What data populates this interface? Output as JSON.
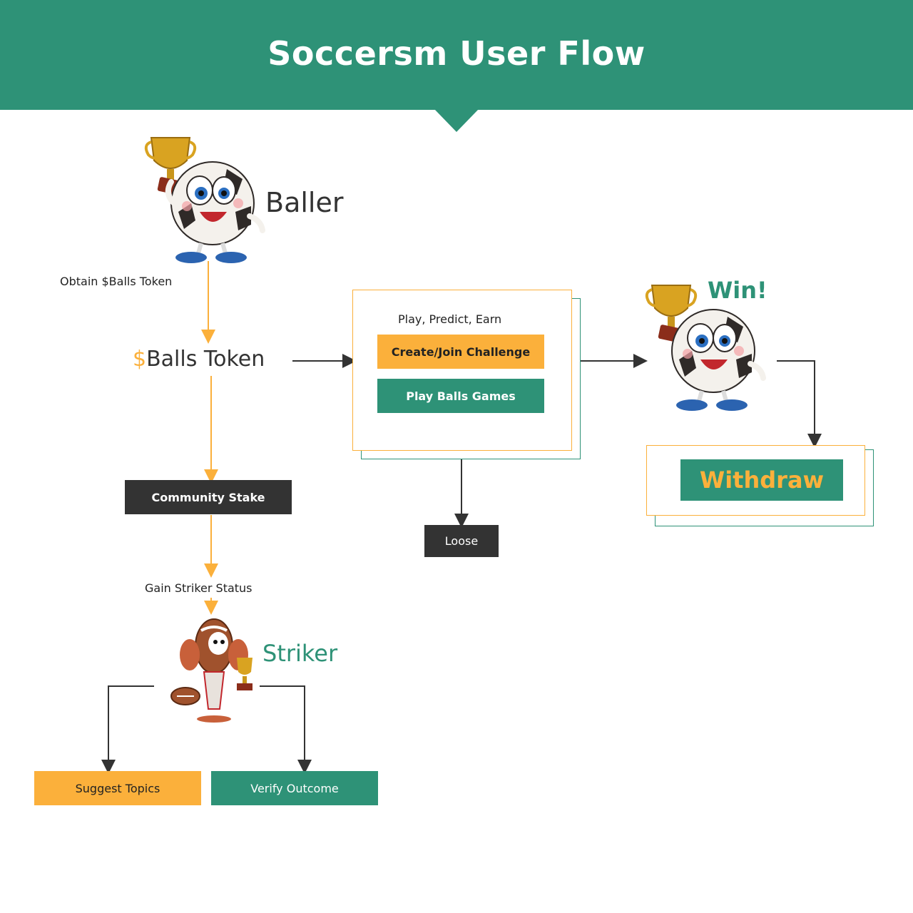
{
  "title": "Soccersm User Flow",
  "colors": {
    "accent_green": "#2e9277",
    "accent_yellow": "#fbb03b",
    "dark": "#333333"
  },
  "nodes": {
    "baller": "Baller",
    "obtain_label": "Obtain $Balls Token",
    "balls_token_symbol": "$",
    "balls_token_text": "Balls Token",
    "community_stake": "Community Stake",
    "gain_striker": "Gain Striker Status",
    "striker": "Striker",
    "suggest_topics": "Suggest Topics",
    "verify_outcome": "Verify Outcome",
    "panel_caption": "Play, Predict, Earn",
    "create_join": "Create/Join Challenge",
    "play_games": "Play Balls Games",
    "loose": "Loose",
    "win": "Win!",
    "withdraw": "Withdraw"
  },
  "icons": [
    "soccer-ball-mascot-with-trophy",
    "american-football-mascot-with-trophy",
    "trophy"
  ]
}
